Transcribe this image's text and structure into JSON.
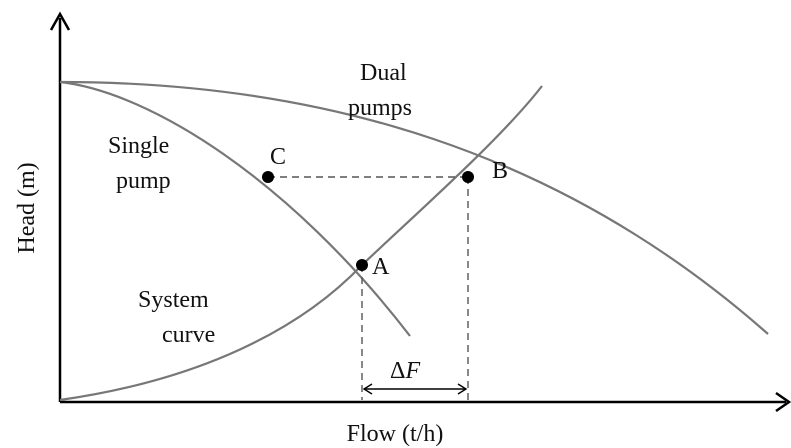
{
  "axes": {
    "x_label": "Flow (t/h)",
    "y_label": "Head (m)"
  },
  "curves": {
    "single_pump_label_line1": "Single",
    "single_pump_label_line2": "pump",
    "dual_pumps_label_line1": "Dual",
    "dual_pumps_label_line2": "pumps",
    "system_curve_label_line1": "System",
    "system_curve_label_line2": "curve"
  },
  "points": {
    "a": "A",
    "b": "B",
    "c": "C"
  },
  "delta": {
    "symbol": "Δ",
    "variable": "F"
  },
  "colors": {
    "curve": "#777777",
    "axis": "#000000",
    "point": "#000000"
  }
}
